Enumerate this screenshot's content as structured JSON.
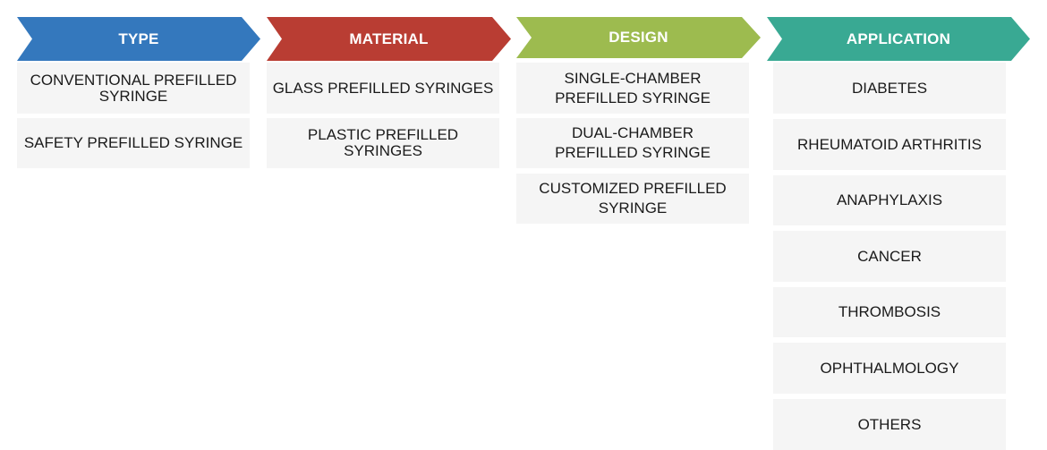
{
  "colors": {
    "type": "#3478bd",
    "material": "#b93d33",
    "design": "#9dbb4f",
    "application": "#39a993",
    "box_bg": "#f5f5f5"
  },
  "columns": [
    {
      "header": "TYPE",
      "items": [
        "CONVENTIONAL PREFILLED SYRINGE",
        "SAFETY PREFILLED SYRINGE"
      ]
    },
    {
      "header": "MATERIAL",
      "items": [
        "GLASS PREFILLED SYRINGES",
        "PLASTIC PREFILLED SYRINGES"
      ]
    },
    {
      "header": "DESIGN",
      "items": [
        "SINGLE-CHAMBER PREFILLED SYRINGE",
        "DUAL-CHAMBER PREFILLED SYRINGE",
        "CUSTOMIZED PREFILLED SYRINGE"
      ]
    },
    {
      "header": "APPLICATION",
      "items": [
        "DIABETES",
        "RHEUMATOID ARTHRITIS",
        "ANAPHYLAXIS",
        "CANCER",
        "THROMBOSIS",
        "OPHTHALMOLOGY",
        "OTHERS"
      ]
    }
  ]
}
